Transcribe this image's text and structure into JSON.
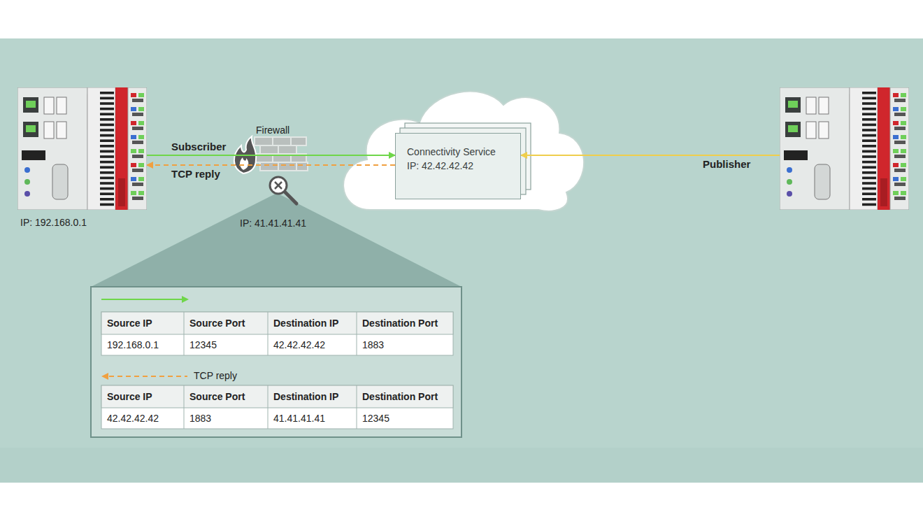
{
  "diagram": {
    "nodes": [
      {
        "text": [
          "IP: 192.168.0.1"
        ]
      },
      {
        "text": [
          "Connectivity Service",
          "IP: 42.42.42.42"
        ]
      },
      {
        "text": []
      }
    ],
    "edges": [
      {
        "from": 0,
        "to": 1,
        "arrow": "to",
        "label": "Subscriber"
      },
      {
        "from": 1,
        "to": 0,
        "arrow": "to",
        "label": "TCP reply"
      },
      {
        "from": 2,
        "to": 1,
        "arrow": "to",
        "label": "Publisher"
      }
    ],
    "labels": [
      "Firewall",
      "IP: 41.41.41.41",
      "Source IP",
      "Source Port",
      "Destination IP",
      "Destination Port",
      "192.168.0.1",
      "12345",
      "42.42.42.42",
      "1883",
      "TCP reply",
      "Source IP",
      "Source Port",
      "Destination IP",
      "Destination Port",
      "42.42.42.42",
      "1883",
      "41.41.41.41",
      "12345"
    ]
  }
}
